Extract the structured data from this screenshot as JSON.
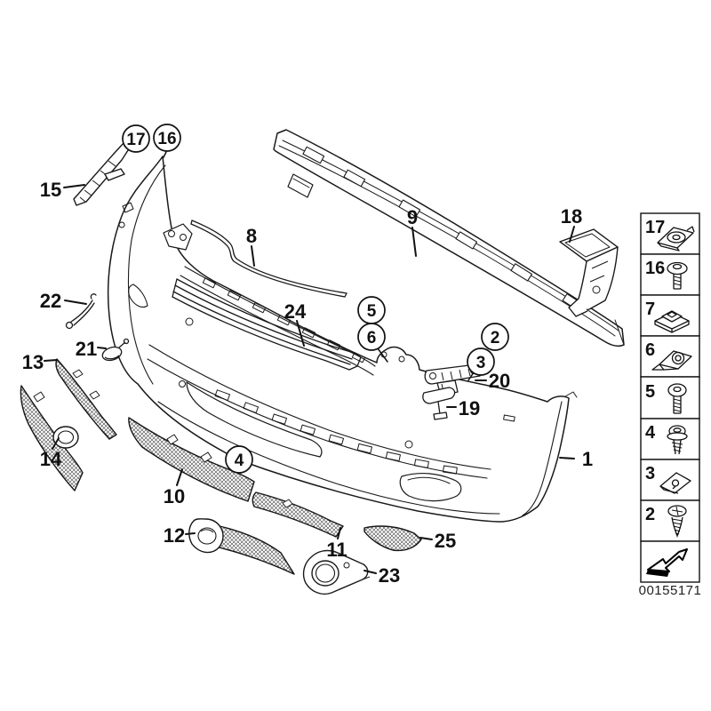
{
  "diagram": {
    "image_code": "00155171",
    "callouts": {
      "1": "1",
      "2": "2",
      "3": "3",
      "4": "4",
      "5": "5",
      "6": "6",
      "8": "8",
      "9": "9",
      "10": "10",
      "11": "11",
      "12": "12",
      "13": "13",
      "14": "14",
      "15": "15",
      "16": "16",
      "17": "17",
      "18": "18",
      "19": "19",
      "20": "20",
      "21": "21",
      "22": "22",
      "23": "23",
      "24": "24",
      "25": "25"
    },
    "callouts_circled": [
      "17",
      "16",
      "5",
      "6",
      "2",
      "3",
      "4"
    ],
    "legend": {
      "items": [
        {
          "label": "17",
          "icon": "clip-nut-icon"
        },
        {
          "label": "16",
          "icon": "screw-icon"
        },
        {
          "label": "7",
          "icon": "expanding-grommet-icon"
        },
        {
          "label": "6",
          "icon": "clip-icon"
        },
        {
          "label": "5",
          "icon": "screw-icon"
        },
        {
          "label": "4",
          "icon": "screw-washer-icon"
        },
        {
          "label": "3",
          "icon": "sheet-metal-clip-icon"
        },
        {
          "label": "2",
          "icon": "tapping-screw-icon"
        }
      ],
      "footer_icon": "direction-arrow-icon"
    },
    "colors": {
      "line": "#1a1a1a",
      "background": "#ffffff"
    }
  }
}
